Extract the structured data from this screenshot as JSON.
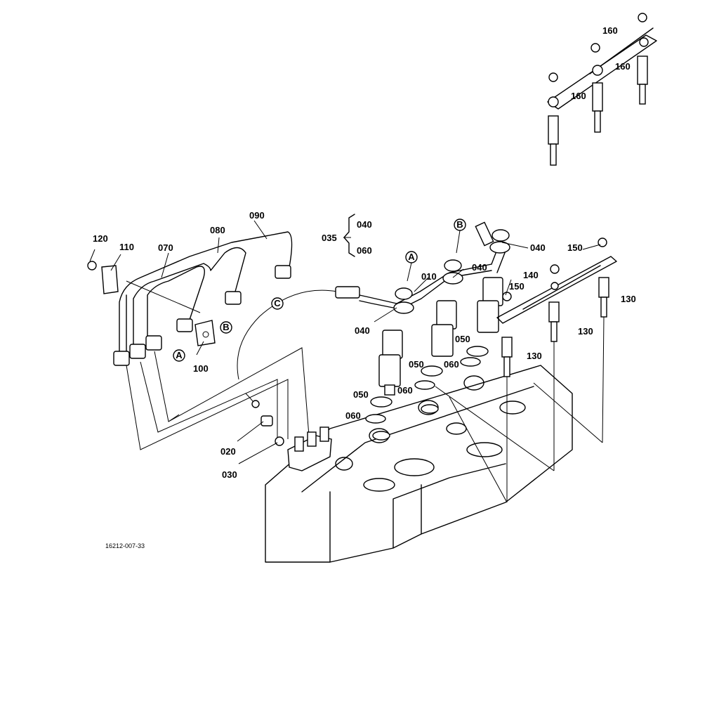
{
  "callouts": [
    {
      "text": "160"
    },
    {
      "text": "160"
    },
    {
      "text": "160"
    },
    {
      "text": "120"
    },
    {
      "text": "110"
    },
    {
      "text": "070"
    },
    {
      "text": "080"
    },
    {
      "text": "090"
    },
    {
      "text": "035"
    },
    {
      "text": "040"
    },
    {
      "text": "060"
    },
    {
      "text": "040"
    },
    {
      "text": "040"
    },
    {
      "text": "010"
    },
    {
      "text": "040"
    },
    {
      "text": "150"
    },
    {
      "text": "140"
    },
    {
      "text": "150"
    },
    {
      "text": "130"
    },
    {
      "text": "130"
    },
    {
      "text": "130"
    },
    {
      "text": "050"
    },
    {
      "text": "060"
    },
    {
      "text": "050"
    },
    {
      "text": "060"
    },
    {
      "text": "050"
    },
    {
      "text": "060"
    },
    {
      "text": "100"
    },
    {
      "text": "020"
    },
    {
      "text": "030"
    }
  ],
  "circle_markers": [
    {
      "letter": "A"
    },
    {
      "letter": "B"
    },
    {
      "letter": "C"
    },
    {
      "letter": "A"
    },
    {
      "letter": "B"
    }
  ],
  "diagram_code": "16212-007-33"
}
